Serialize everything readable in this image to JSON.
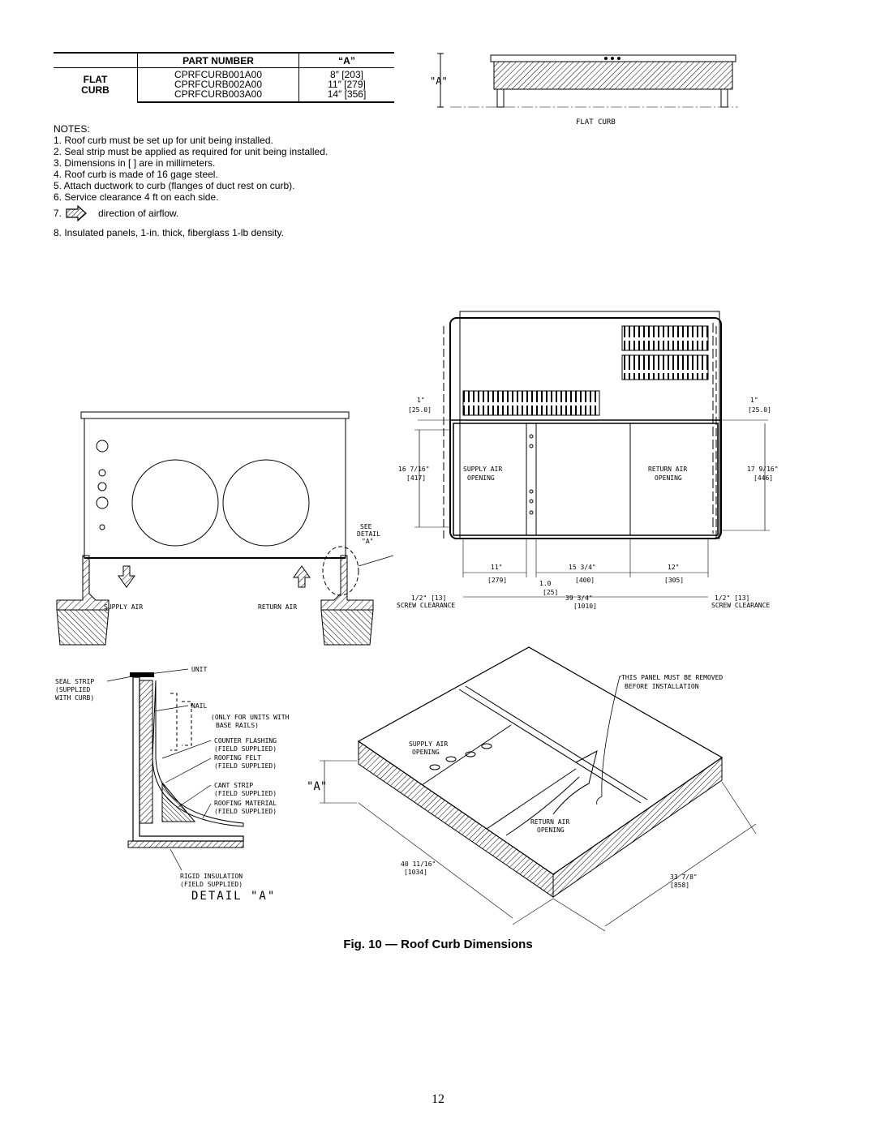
{
  "table": {
    "header_part": "PART NUMBER",
    "header_a": "“A”",
    "row_label_1": "FLAT",
    "row_label_2": "CURB",
    "rows": [
      {
        "part": "CPRFCURB001A00",
        "a": "8″  [203]"
      },
      {
        "part": "CPRFCURB002A00",
        "a": "11″  [279]"
      },
      {
        "part": "CPRFCURB003A00",
        "a": "14″  [356]"
      }
    ]
  },
  "notes": {
    "title": "NOTES:",
    "items": [
      "1. Roof curb must be set up for unit being installed.",
      "2. Seal strip must be applied as required for unit being installed.",
      "3. Dimensions in [    ] are in millimeters.",
      "4. Roof curb is made of 16 gage steel.",
      "5. Attach ductwork to curb (flanges of duct rest on curb).",
      "6. Service clearance 4 ft on each side."
    ],
    "airflow_num": "7.",
    "airflow_text": "direction of airflow.",
    "item8": "8. Insulated panels, 1-in. thick, fiberglass 1-lb density."
  },
  "flat_curb": {
    "dim_label": "\"A\"",
    "caption": "FLAT CURB"
  },
  "side_view": {
    "supply": "SUPPLY AIR",
    "return": "RETURN AIR",
    "see1": "SEE",
    "see2": "DETAIL",
    "see3": "\"A\""
  },
  "plan_view": {
    "left_top_1": "1\"",
    "left_top_2": "[25.0]",
    "right_top_1": "1\"",
    "right_top_2": "[25.0]",
    "left_dim_1": "16 7/16\"",
    "left_dim_2": "[417]",
    "right_dim_1": "17 9/16\"",
    "right_dim_2": "[446]",
    "supply_1": "SUPPLY AIR",
    "supply_2": "OPENING",
    "return_1": "RETURN AIR",
    "return_2": "OPENING",
    "d11_1": "11\"",
    "d11_2": "[279]",
    "d1534_1": "15 3/4\"",
    "d1534_2": "[400]",
    "d12_1": "12\"",
    "d12_2": "[305]",
    "d10_1": "1.0",
    "d10_2": "[25]",
    "half_l_1": "1/2\"  [13]",
    "half_l_2": "SCREW CLEARANCE",
    "d3934_1": "39 3/4\"",
    "d3934_2": "[1010]",
    "half_r_1": "1/2\"  [13]",
    "half_r_2": "SCREW CLEARANCE"
  },
  "detail": {
    "unit": "UNIT",
    "seal_1": "SEAL STRIP",
    "seal_2": "(SUPPLIED",
    "seal_3": "WITH CURB)",
    "nail": "NAIL",
    "only_1": "(ONLY FOR UNITS WITH",
    "only_2": "BASE RAILS)",
    "counter_1": "COUNTER FLASHING",
    "counter_2": "(FIELD SUPPLIED)",
    "felt_1": "ROOFING FELT",
    "felt_2": "(FIELD SUPPLIED)",
    "cant_1": "CANT STRIP",
    "cant_2": "(FIELD SUPPLIED)",
    "mat_1": "ROOFING MATERIAL",
    "mat_2": "(FIELD SUPPLIED)",
    "rigid_1": "RIGID INSULATION",
    "rigid_2": "(FIELD SUPPLIED)",
    "title": "DETAIL \"A\""
  },
  "iso": {
    "panel_1": "THIS PANEL MUST BE REMOVED",
    "panel_2": "BEFORE INSTALLATION",
    "supply_1": "SUPPLY AIR",
    "supply_2": "OPENING",
    "return_1": "RETURN AIR",
    "return_2": "OPENING",
    "a_label": "\"A\"",
    "d40_1": "40 11/16\"",
    "d40_2": "[1034]",
    "d33_1": "33 7/8\"",
    "d33_2": "[858]"
  },
  "caption": "Fig. 10 — Roof Curb Dimensions",
  "page_number": "12"
}
